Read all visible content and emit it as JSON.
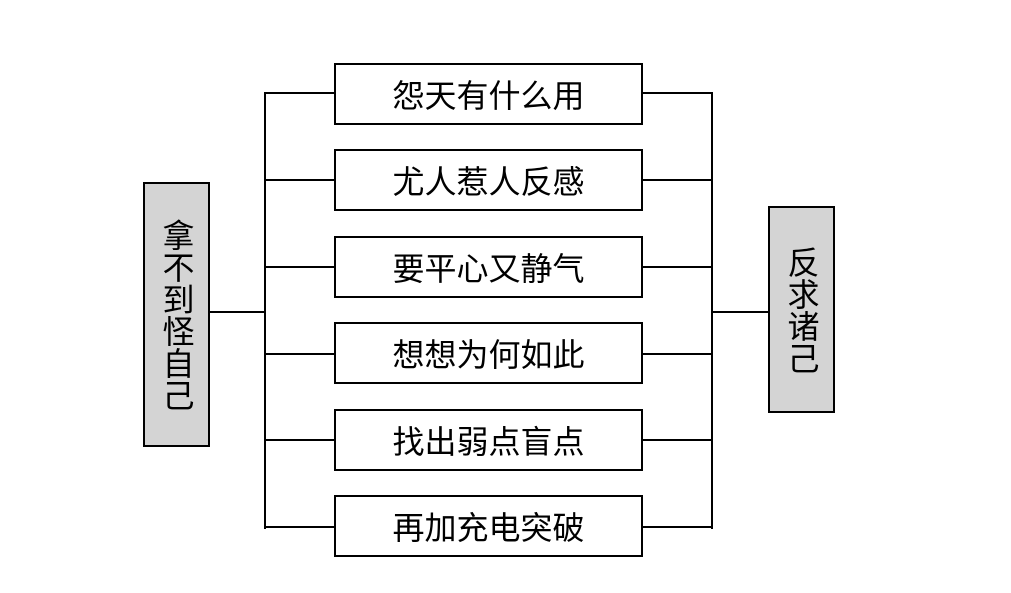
{
  "diagram": {
    "type": "bracket-mind-map",
    "left_node": {
      "label": "拿不到怪自己"
    },
    "right_node": {
      "label": "反求诸己"
    },
    "middle_nodes": [
      {
        "label": "怨天有什么用"
      },
      {
        "label": "尤人惹人反感"
      },
      {
        "label": "要平心又静气"
      },
      {
        "label": "想想为何如此"
      },
      {
        "label": "找出弱点盲点"
      },
      {
        "label": "再加充电突破"
      }
    ],
    "colors": {
      "side_box_fill": "#d4d4d4",
      "middle_box_fill": "#ffffff",
      "stroke": "#000000"
    }
  }
}
